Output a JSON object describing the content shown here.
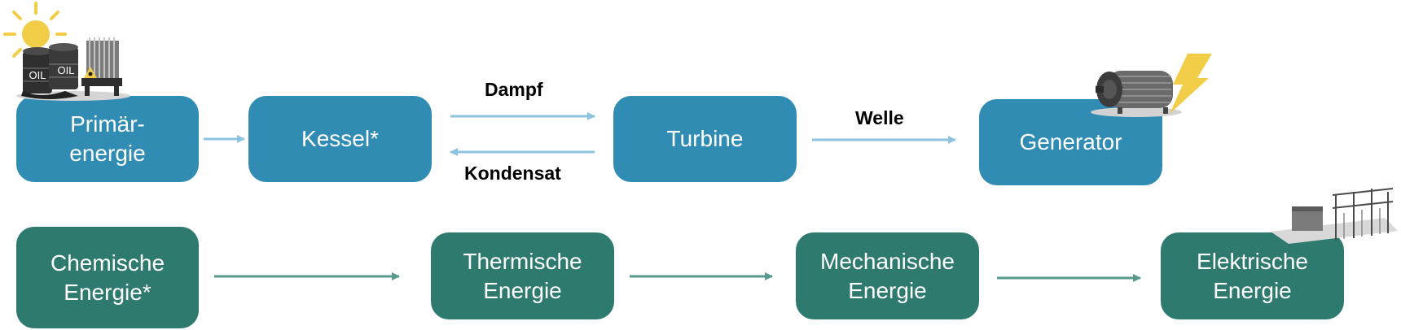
{
  "colors": {
    "blue": "#318cb3",
    "green": "#2f7a6e",
    "arrow_blue": "#8cc4df",
    "arrow_green": "#5a9a8e",
    "sun": "#f2cd48"
  },
  "top_row": {
    "primary": "Primär-\nenergie",
    "boiler": "Kessel*",
    "turbine": "Turbine",
    "generator": "Generator"
  },
  "labels": {
    "steam": "Dampf",
    "condensate": "Kondensat",
    "shaft": "Welle"
  },
  "bottom_row": {
    "chemical": "Chemische\nEnergie*",
    "thermal": "Thermische\nEnergie",
    "mechanical": "Mechanische\nEnergie",
    "electrical": "Elektrische\nEnergie"
  },
  "icons": {
    "primary": [
      "sun-icon",
      "oil-barrel-icon",
      "nuclear-plant-icon"
    ],
    "generator": "generator-motor-icon",
    "lightning": "lightning-icon",
    "substation": "substation-icon"
  },
  "icon_text": {
    "oil": "OIL"
  }
}
